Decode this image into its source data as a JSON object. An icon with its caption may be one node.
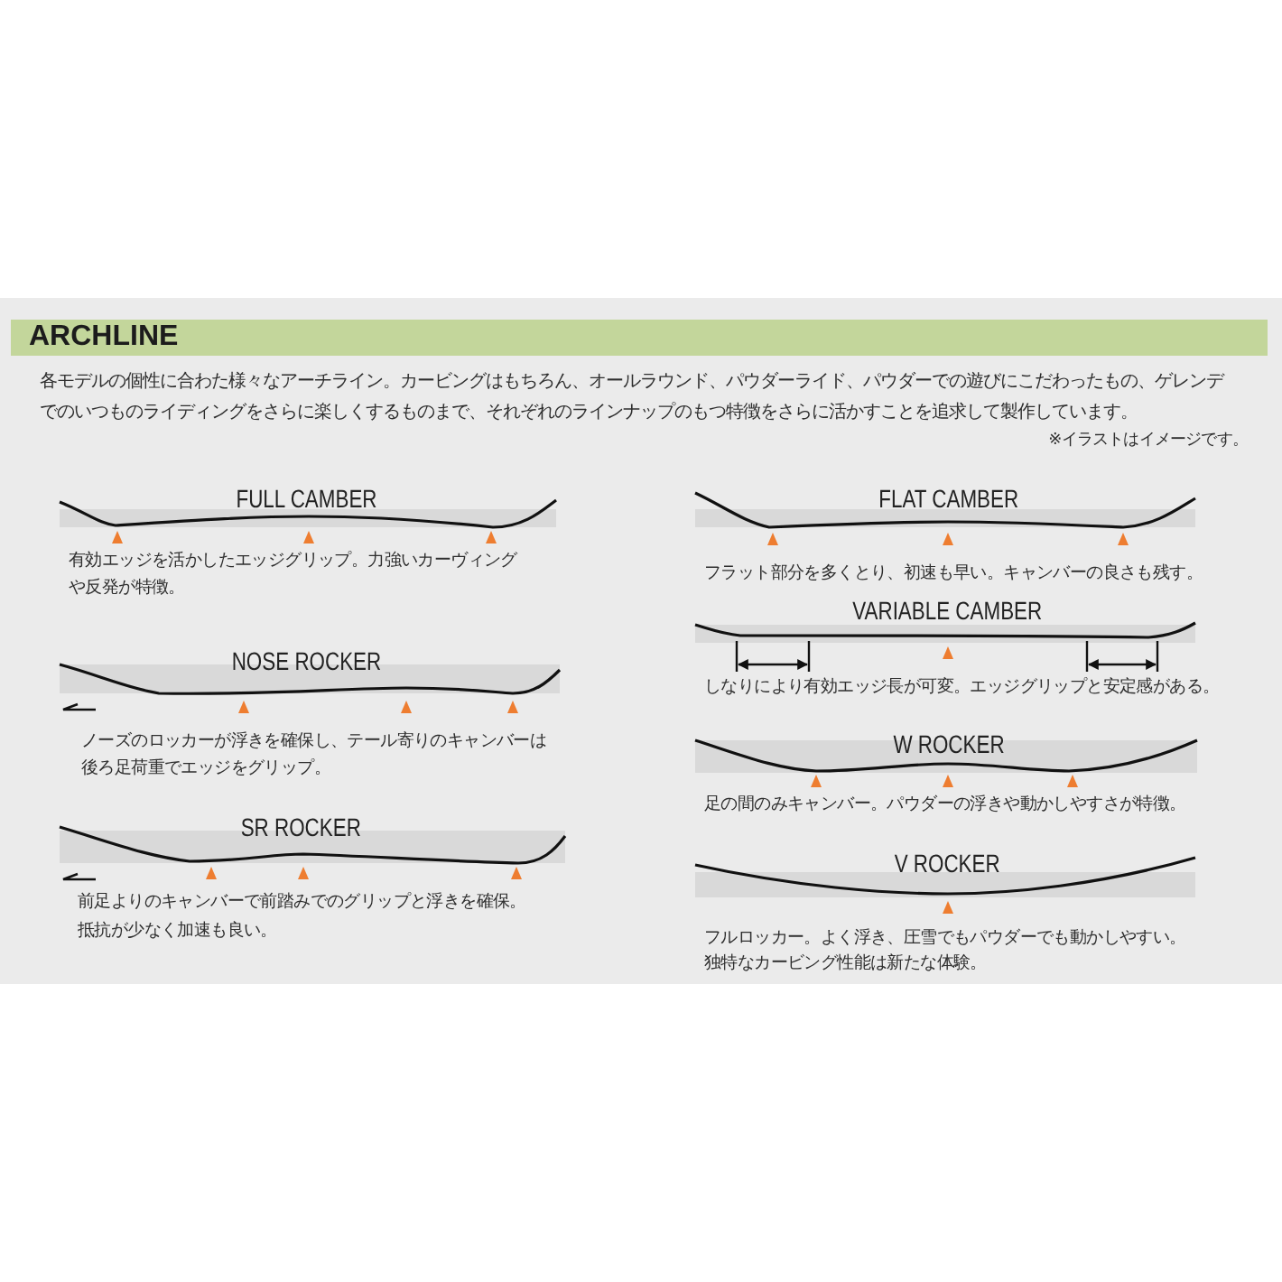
{
  "diagram": {
    "title": "ARCHLINE",
    "labels": [
      "各モデルの個性に合わた様々なアーチライン。カービングはもちろん、オールラウンド、パウダーライド、パウダーでの遊びにこだわったもの、ゲレンデでのいつものライディングをさらに楽しくするものまで、それぞれのラインナップのもつ特徴をさらに活かすことを追求して製作しています。",
      "※イラストはイメージです。",
      "FULL CAMBER",
      "有効エッジを活かしたエッジグリップ。力強いカーヴィングや反発が特徴。",
      "NOSE ROCKER",
      "ノーズのロッカーが浮きを確保し、テール寄りのキャンバーは後ろ足荷重でエッジをグリップ。",
      "SR ROCKER",
      "前足よりのキャンバーで前踏みでのグリップと浮きを確保。抵抗が少なく加速も良い。",
      "FLAT CAMBER",
      "フラット部分を多くとり、初速も早い。キャンバーの良さも残す。",
      "VARIABLE CAMBER",
      "しなりにより有効エッジ長が可変。エッジグリップと安定感がある。",
      "W ROCKER",
      "足の間のみキャンバー。パウダーの浮きや動かしやすさが特徴。",
      "V ROCKER",
      "フルロッカー。よく浮き、圧雪でもパウダーでも動かしやすい。独特なカービング性能は新たな体験。"
    ]
  }
}
